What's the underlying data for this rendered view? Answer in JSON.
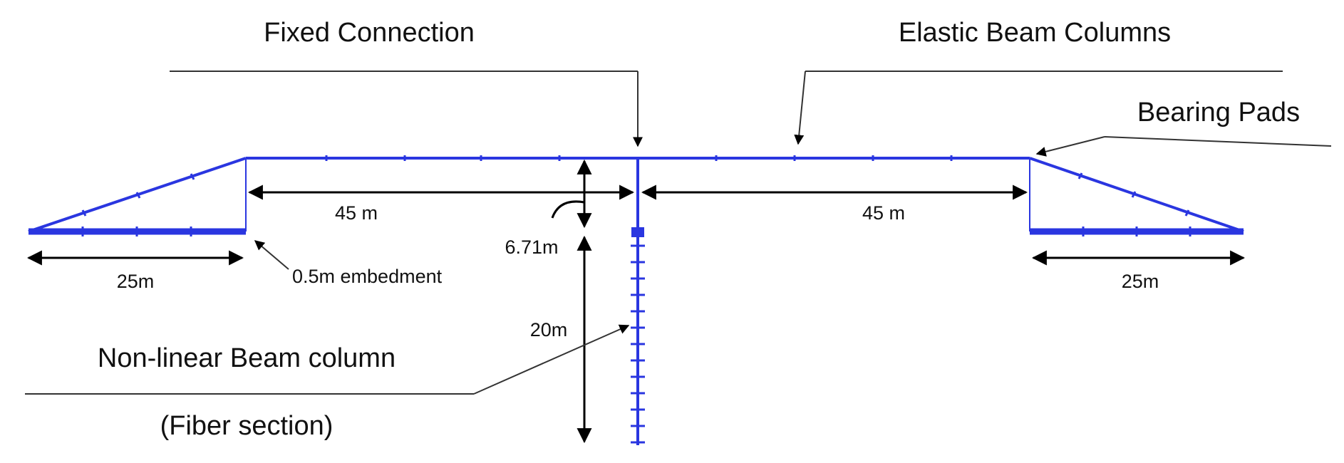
{
  "labels": {
    "fixed_connection": "Fixed Connection",
    "elastic_beam_columns": "Elastic Beam Columns",
    "bearing_pads": "Bearing Pads",
    "nonlinear_beam_column": "Non-linear Beam column",
    "fiber_section": "(Fiber section)"
  },
  "dimensions": {
    "left_span": "45 m",
    "right_span": "45 m",
    "left_approach": "25m",
    "right_approach": "25m",
    "deck_height": "6.71m",
    "pier_length": "20m",
    "embedment": "0.5m embedment"
  },
  "colors": {
    "model": "#2a36e0",
    "text": "#111111"
  }
}
